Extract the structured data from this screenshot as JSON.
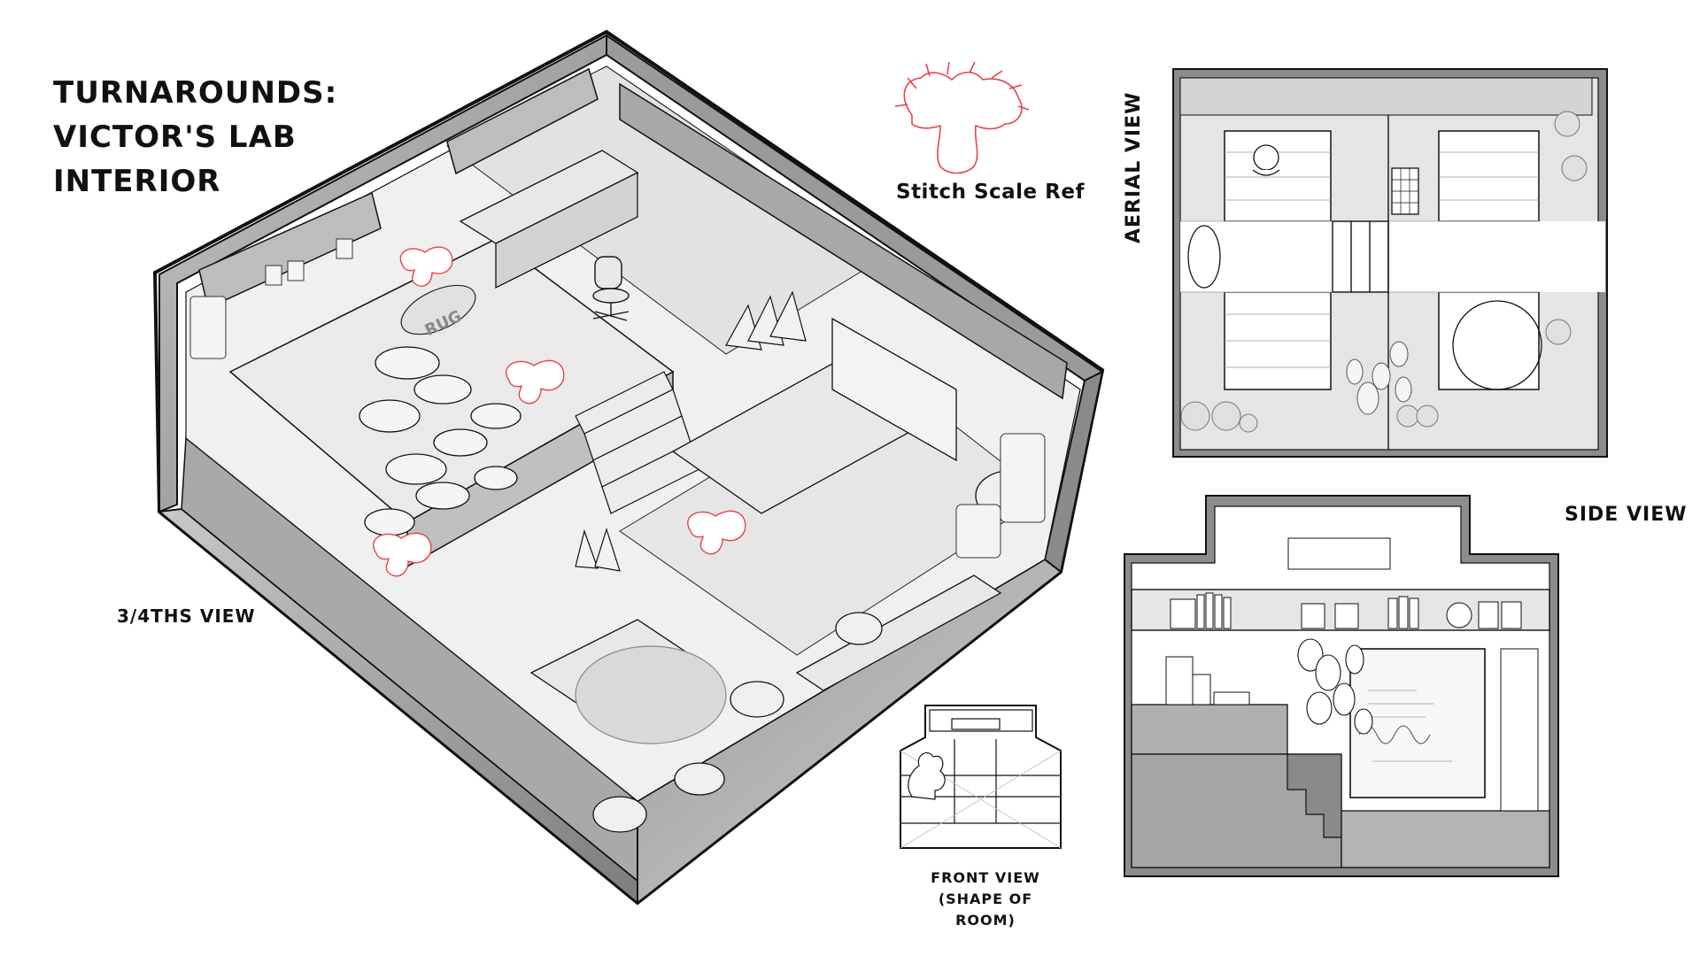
{
  "sheet": {
    "title_lines": [
      "TURNAROUNDS:",
      "VICTOR'S LAB",
      "INTERIOR"
    ],
    "scale_ref_label": "Stitch Scale Ref",
    "views": {
      "three_quarter": {
        "label": "3/4THS VIEW",
        "rug_text": "RUG"
      },
      "aerial": {
        "label": "AERIAL VIEW"
      },
      "side": {
        "label": "SIDE VIEW"
      },
      "front": {
        "label_line1": "FRONT VIEW",
        "label_line2": "(SHAPE OF ROOM)"
      }
    },
    "colors": {
      "wall_dark": "#8a8a8a",
      "wall_mid": "#b5b5b5",
      "floor_light": "#e6e6e6",
      "counter_fill": "#d9d9d9",
      "outline": "#111111",
      "scale_ref_red": "#e8424a"
    }
  }
}
